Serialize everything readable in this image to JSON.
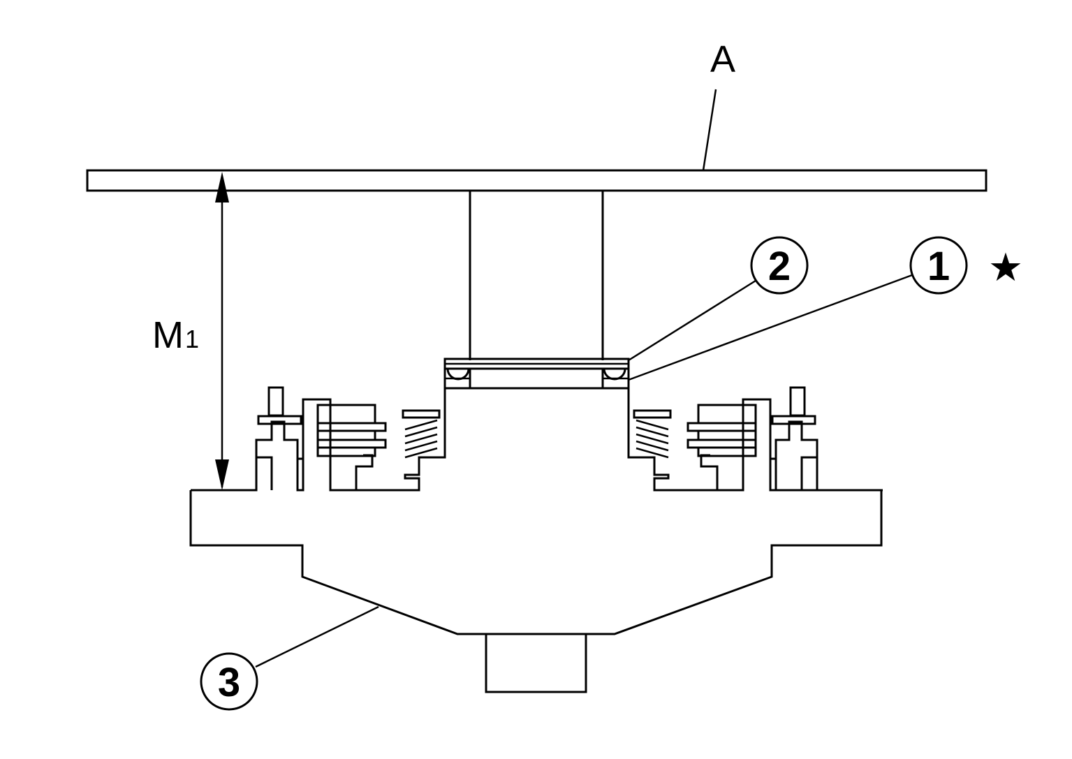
{
  "labels": {
    "reference": "A",
    "dimension_main": "M",
    "dimension_sub": "1",
    "star": "★"
  },
  "callouts": [
    {
      "number": "1"
    },
    {
      "number": "2"
    },
    {
      "number": "3"
    }
  ],
  "colors": {
    "stroke": "#000000",
    "background": "#ffffff"
  }
}
